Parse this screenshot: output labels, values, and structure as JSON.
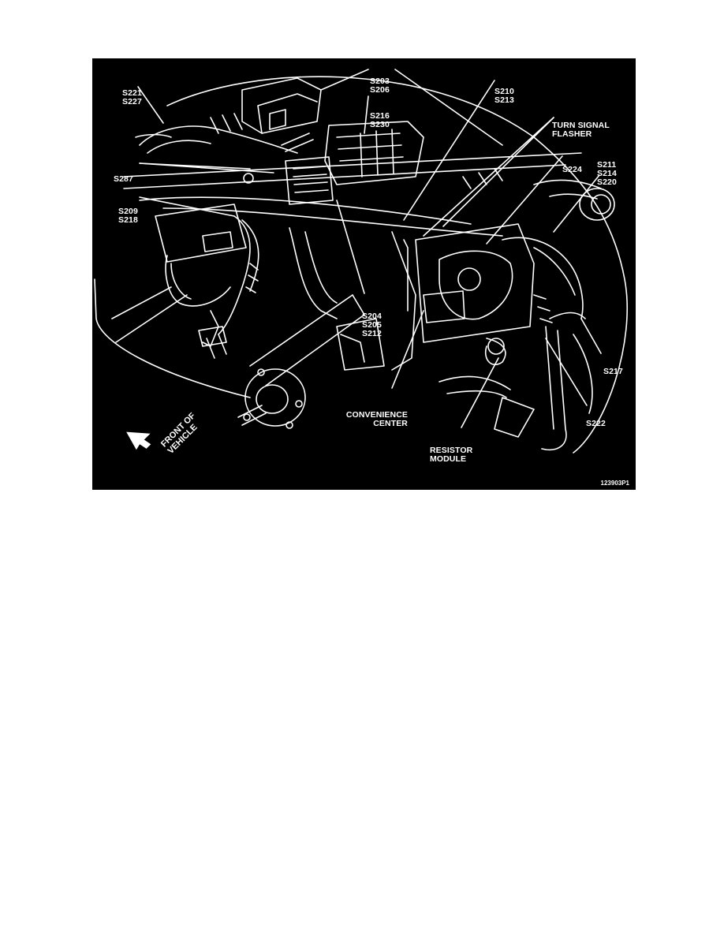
{
  "labels": {
    "s221_s227": [
      "S221",
      "S227"
    ],
    "s203_group": [
      "S203",
      "S206",
      "S216",
      "S230"
    ],
    "s210_s213": [
      "S210",
      "S213"
    ],
    "turn_signal_flasher": [
      "TURN SIGNAL",
      "FLASHER"
    ],
    "s224": [
      "S224"
    ],
    "s211_group": [
      "S211",
      "S214",
      "S220"
    ],
    "s287": [
      "S287"
    ],
    "s209_s218": [
      "S209",
      "S218"
    ],
    "s204_group": [
      "S204",
      "S205",
      "S212"
    ],
    "s217": [
      "S217"
    ],
    "s222": [
      "S222"
    ],
    "convenience_center": [
      "CONVENIENCE",
      "CENTER"
    ],
    "resistor_module": [
      "RESISTOR",
      "MODULE"
    ],
    "front_of_vehicle": [
      "FRONT OF",
      "VEHICLE"
    ]
  },
  "figure_code": "123903P1",
  "colors": {
    "background": "#000000",
    "line": "#ffffff",
    "page": "#ffffff"
  }
}
